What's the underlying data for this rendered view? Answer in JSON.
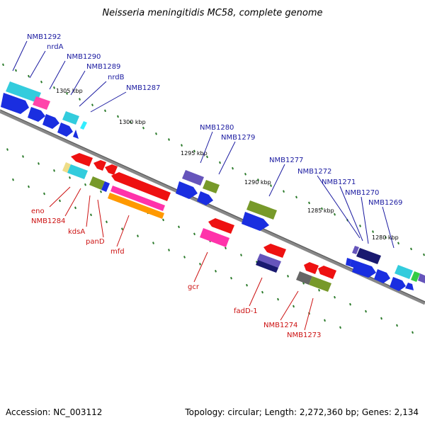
{
  "title": "Neisseria meningitidis MC58, complete genome",
  "footer": {
    "accession": "Accession: NC_003112",
    "summary": "Topology: circular; Length: 2,272,360 bp; Genes: 2,134"
  },
  "ruler_labels": [
    "1305 kbp",
    "1300 kbp",
    "1295 kbp",
    "1290 kbp",
    "1285 kbp",
    "1280 kbp"
  ],
  "top_gene_labels": [
    "NMB1292",
    "nrdA",
    "NMB1290",
    "NMB1289",
    "nrdB",
    "NMB1287",
    "NMB1280",
    "NMB1279",
    "NMB1277",
    "NMB1272",
    "NMB1271",
    "NMB1270",
    "NMB1269"
  ],
  "bottom_gene_labels": [
    "eno",
    "NMB1284",
    "kdsA",
    "panD",
    "mfd",
    "gcr",
    "fadD-1",
    "NMB1274",
    "NMB1273"
  ],
  "colors": {
    "top_label": "#1a1aa0",
    "bottom_label": "#cc1111",
    "backbone": "#888888",
    "tick": "#2a7a2a"
  }
}
